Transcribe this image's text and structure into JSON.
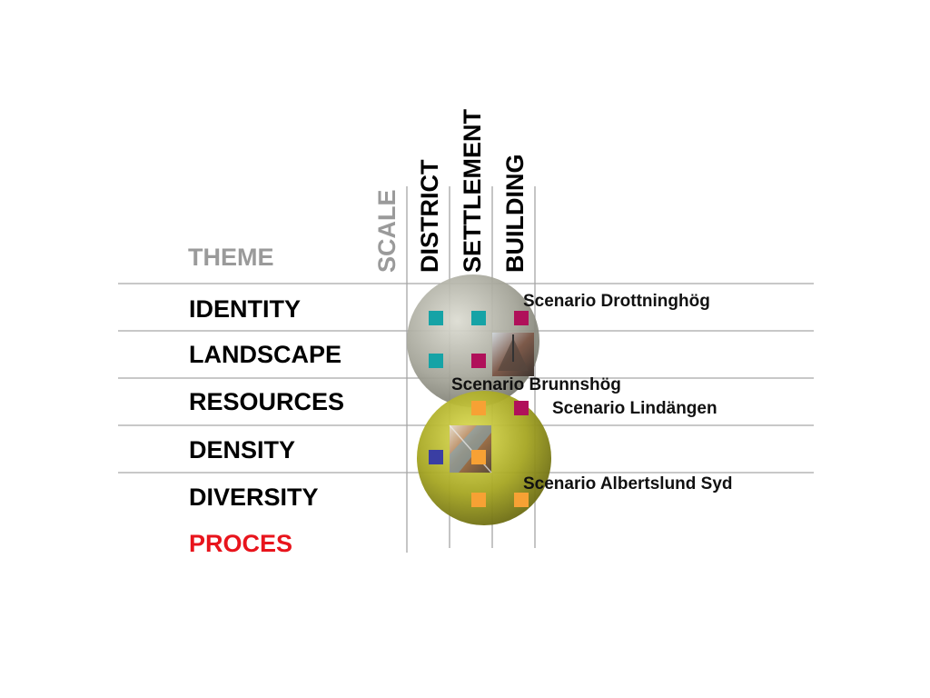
{
  "header": {
    "theme": "THEME",
    "scale": "SCALE"
  },
  "scales": [
    "DISTRICT",
    "SETTLEMENT",
    "BUILDING"
  ],
  "themes": [
    {
      "label": "IDENTITY",
      "color": "#000000"
    },
    {
      "label": "LANDSCAPE",
      "color": "#000000"
    },
    {
      "label": "RESOURCES",
      "color": "#000000"
    },
    {
      "label": "DENSITY",
      "color": "#000000"
    },
    {
      "label": "DIVERSITY",
      "color": "#000000"
    },
    {
      "label": "PROCES",
      "color": "#e8141c"
    }
  ],
  "scenarios": [
    "Scenario Drottninghög",
    "Scenario Brunnshög",
    "Scenario Lindängen",
    "Scenario Albertslund Syd"
  ],
  "colors": {
    "header_gray": "#9a9a9a",
    "grid_line": "#a6a6a6",
    "teal": "#16a3a6",
    "magenta": "#b0105a",
    "orange": "#f7a134",
    "blue": "#3a3ea3",
    "circle_gray": "#9c9c8c",
    "circle_olive": "#9a9a1e"
  },
  "markers": [
    {
      "theme": 0,
      "scale": 0,
      "color": "teal"
    },
    {
      "theme": 0,
      "scale": 1,
      "color": "teal"
    },
    {
      "theme": 0,
      "scale": 2,
      "color": "magenta"
    },
    {
      "theme": 1,
      "scale": 0,
      "color": "teal"
    },
    {
      "theme": 1,
      "scale": 1,
      "color": "magenta"
    },
    {
      "theme": 2,
      "scale": 1,
      "color": "orange"
    },
    {
      "theme": 2,
      "scale": 2,
      "color": "magenta"
    },
    {
      "theme": 3,
      "scale": 0,
      "color": "blue"
    },
    {
      "theme": 3,
      "scale": 1,
      "color": "orange"
    },
    {
      "theme": 4,
      "scale": 1,
      "color": "orange"
    },
    {
      "theme": 4,
      "scale": 2,
      "color": "orange"
    }
  ]
}
